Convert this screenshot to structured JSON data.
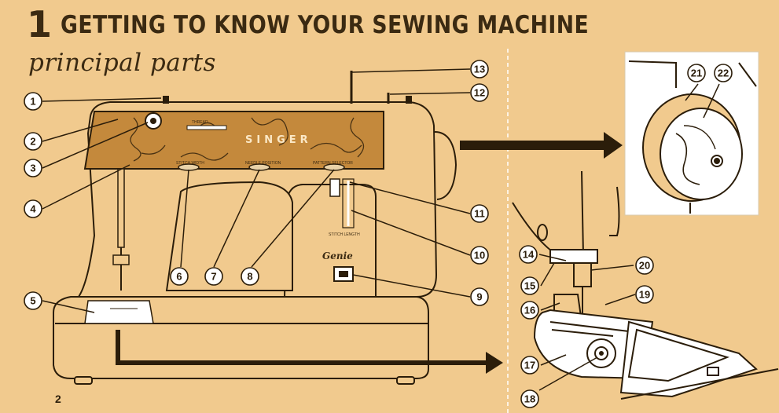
{
  "heading": {
    "number": "1",
    "text": "GETTING TO KNOW YOUR SEWING MACHINE"
  },
  "subheading": "principal parts",
  "page_number": "2",
  "machine": {
    "brand": "SINGER",
    "model": "Genie",
    "panel_labels": {
      "stitch_width": "STITCH WIDTH",
      "needle_position": "NEEDLE POSITION",
      "pattern_selector": "PATTERN SELECTOR",
      "stitch_length": "STITCH LENGTH",
      "thread": "THREAD"
    }
  },
  "callouts": [
    "1",
    "2",
    "3",
    "4",
    "5",
    "6",
    "7",
    "8",
    "9",
    "10",
    "11",
    "12",
    "13",
    "14",
    "15",
    "16",
    "17",
    "18",
    "19",
    "20",
    "21",
    "22"
  ],
  "colors": {
    "background": "#f1ca8e",
    "ink": "#2b1d0a",
    "panel": "#c4893c",
    "white": "#ffffff"
  }
}
